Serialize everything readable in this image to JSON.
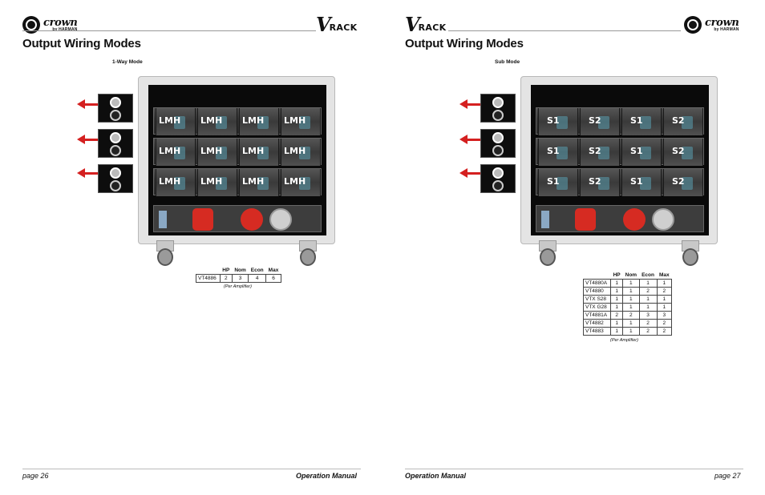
{
  "brand": {
    "crown": "crown",
    "crown_sub": "by HARMAN",
    "vrack_v": "V",
    "vrack_word": "RACK"
  },
  "left_page": {
    "title": "Output Wiring Modes",
    "mode_label": "1-Way Mode",
    "amp_labels": [
      [
        "LMH",
        "LMH",
        "LMH",
        "LMH"
      ],
      [
        "LMH",
        "LMH",
        "LMH",
        "LMH"
      ],
      [
        "LMH",
        "LMH",
        "LMH",
        "LMH"
      ]
    ],
    "table": {
      "headers": [
        "",
        "HP",
        "Nom",
        "Econ",
        "Max"
      ],
      "rows": [
        [
          "VT4886",
          "2",
          "3",
          "4",
          "6"
        ]
      ]
    },
    "per_amp": "(Per Amplifier)",
    "footer_page": "page 26",
    "footer_manual": "Operation Manual"
  },
  "right_page": {
    "title": "Output Wiring Modes",
    "mode_label": "Sub Mode",
    "amp_labels": [
      [
        "S1",
        "S2",
        "S1",
        "S2"
      ],
      [
        "S1",
        "S2",
        "S1",
        "S2"
      ],
      [
        "S1",
        "S2",
        "S1",
        "S2"
      ]
    ],
    "table": {
      "headers": [
        "",
        "HP",
        "Nom",
        "Econ",
        "Max"
      ],
      "rows": [
        [
          "VT4880A",
          "1",
          "1",
          "1",
          "1"
        ],
        [
          "VT4880",
          "1",
          "1",
          "2",
          "2"
        ],
        [
          "VTX S28",
          "1",
          "1",
          "1",
          "1"
        ],
        [
          "VTX G28",
          "1",
          "1",
          "1",
          "1"
        ],
        [
          "VT4881A",
          "2",
          "2",
          "3",
          "3"
        ],
        [
          "VT4882",
          "1",
          "1",
          "2",
          "2"
        ],
        [
          "VT4883",
          "1",
          "1",
          "2",
          "2"
        ]
      ]
    },
    "per_amp": "(Per Amplifier)",
    "footer_manual": "Operation Manual",
    "footer_page": "page 27"
  },
  "colors": {
    "arrow": "#d42020",
    "power_connector": "#d62b22",
    "rack_frame": "#e4e4e4"
  }
}
